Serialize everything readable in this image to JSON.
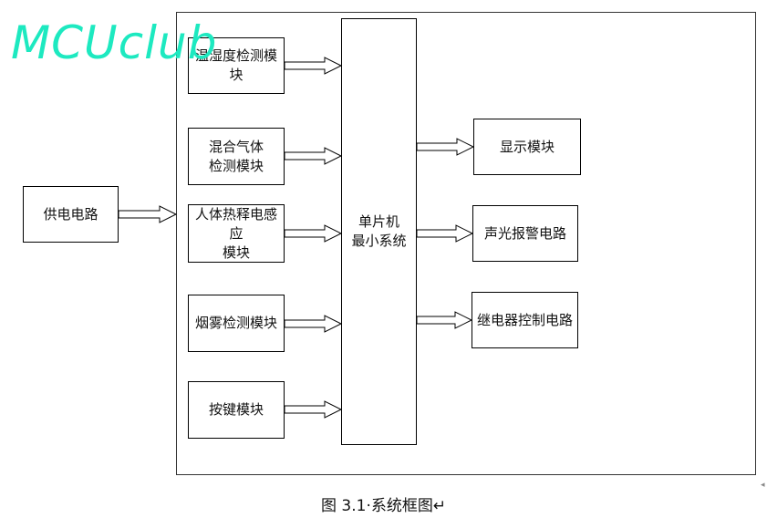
{
  "watermark": "MCUclub",
  "blocks": {
    "temp": "温湿度检测模块",
    "gas_line1": "混合气体",
    "gas_line2": "检测模块",
    "pir_line1": "人体热释电感应",
    "pir_line2": "模块",
    "smoke": "烟雾检测模块",
    "key": "按键模块",
    "mcu_line1": "单片机",
    "mcu_line2": "最小系统",
    "power": "供电电路",
    "display": "显示模块",
    "alarm": "声光报警电路",
    "relay": "继电器控制电路"
  },
  "caption": "图 3.1·系统框图↵"
}
